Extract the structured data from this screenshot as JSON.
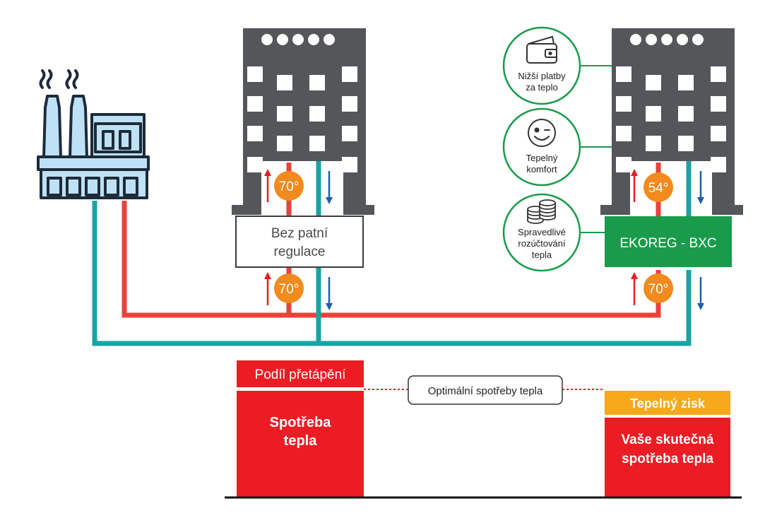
{
  "colors": {
    "hot_pipe": "#e8423b",
    "cold_pipe": "#1aa3a3",
    "building": "#55565a",
    "badge": "#f28a1e",
    "up_arrow": "#e31e24",
    "down_arrow": "#1c5fa8",
    "green": "#1a9b4b",
    "red_block": "#ec1c24",
    "orange_block": "#f7a81b",
    "factory_fill": "#bfe1f6",
    "factory_stroke": "#1d2b3a"
  },
  "building_left": {
    "temp_top": "70°",
    "temp_bottom": "70°",
    "regulator_line1": "Bez patní",
    "regulator_line2": "regulace"
  },
  "building_right": {
    "temp_top": "54°",
    "temp_bottom": "70°",
    "regulator_label": "EKOREG - BXC"
  },
  "benefits": [
    {
      "icon": "wallet-icon",
      "line1": "Nižší platby",
      "line2": "za teplo",
      "line3": ""
    },
    {
      "icon": "smiley-icon",
      "line1": "Tepelný",
      "line2": "komfort",
      "line3": ""
    },
    {
      "icon": "coins-icon",
      "line1": "Spravedlivé",
      "line2": "rozúčtování",
      "line3": "tepla"
    }
  ],
  "bottom": {
    "left_header": "Podíl přetápění",
    "left_body_line1": "Spotřeba",
    "left_body_line2": "tepla",
    "middle_label": "Optimální spotřeby tepla",
    "right_header": "Tepelný zisk",
    "right_body_line1": "Vaše skutečná",
    "right_body_line2": "spotřeba tepla"
  }
}
